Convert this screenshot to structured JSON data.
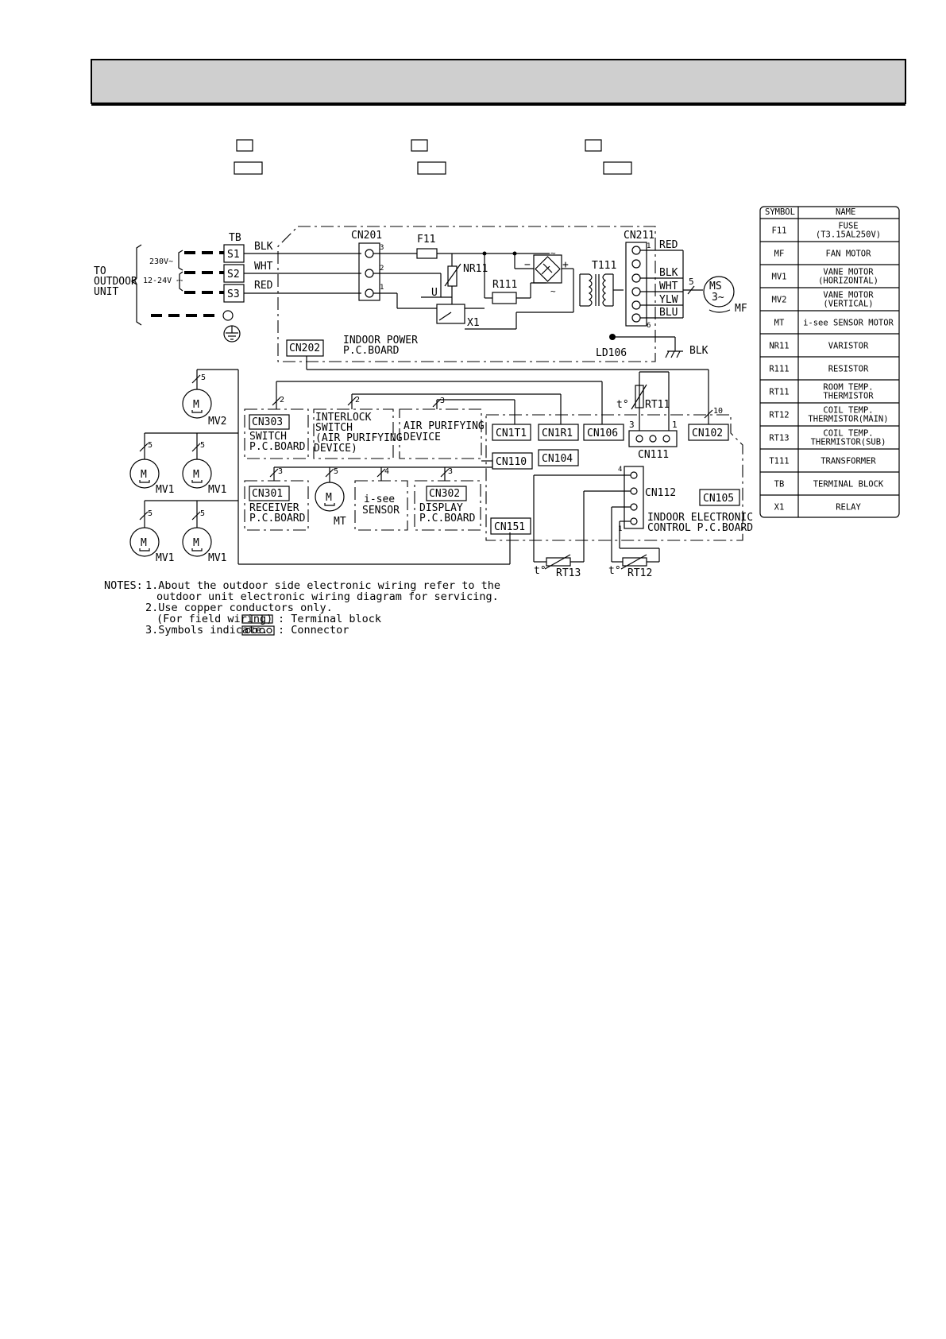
{
  "page_title": "",
  "input": {
    "to": "TO",
    "outdoor": "OUTDOOR",
    "unit": "UNIT",
    "v230": "230V~",
    "v1224": "12-24V ⎓"
  },
  "tb": {
    "label": "TB",
    "s1": "S1",
    "s2": "S2",
    "s3": "S3"
  },
  "wire": {
    "blk": "BLK",
    "wht": "WHT",
    "red": "RED",
    "ylw": "YLW",
    "blu": "BLU"
  },
  "power_board": {
    "cn201": "CN201",
    "f11": "F11",
    "nr11": "NR11",
    "u": "U",
    "r111": "R111",
    "x1": "X1",
    "t111": "T111",
    "cn211": "CN211",
    "cn202": "CN202",
    "ld106": "LD106",
    "title1": "INDOOR POWER",
    "title2": "P.C.BOARD",
    "pin3": "3",
    "pin2": "2",
    "pin1": "1",
    "pin1b": "1",
    "pin6": "6",
    "minus": "−",
    "plus": "+",
    "tilde": "~"
  },
  "fan_motor": {
    "ms": "MS",
    "phase": "3~",
    "mf": "MF",
    "wires": "5"
  },
  "motors": {
    "m": "M",
    "mv2": "MV2",
    "mv1": "MV1",
    "mt": "MT",
    "five": "5"
  },
  "boards": {
    "cn303": "CN303",
    "switch1": "SWITCH",
    "switch2": "P.C.BOARD",
    "interlock1": "INTERLOCK",
    "interlock2": "SWITCH",
    "interlock3": "(AIR PURIFYING",
    "interlock4": "DEVICE)",
    "air1": "AIR PURIFYING",
    "air2": "DEVICE",
    "cn301": "CN301",
    "recv1": "RECEIVER",
    "recv2": "P.C.BOARD",
    "isee1": "i-see",
    "isee2": "SENSOR",
    "cn302": "CN302",
    "disp1": "DISPLAY",
    "disp2": "P.C.BOARD",
    "n2": "2",
    "n3": "3",
    "n4": "4",
    "n5": "5",
    "n10": "10"
  },
  "control_board": {
    "cn1t1": "CN1T1",
    "cn1r1": "CN1R1",
    "cn106": "CN106",
    "cn102": "CN102",
    "cn111": "CN111",
    "cn104": "CN104",
    "cn110": "CN110",
    "cn112": "CN112",
    "cn105": "CN105",
    "cn151": "CN151",
    "title1": "INDOOR ELECTRONIC",
    "title2": "CONTROL P.C.BOARD",
    "rt11": "RT11",
    "rt12": "RT12",
    "rt13": "RT13",
    "t": "t°",
    "p3": "3",
    "p1": "1",
    "p4": "4",
    "p1b": "1"
  },
  "legend": {
    "header_symbol": "SYMBOL",
    "header_name": "NAME",
    "rows": [
      {
        "sym": "F11",
        "name": "FUSE",
        "name2": "(T3.15AL250V)"
      },
      {
        "sym": "MF",
        "name": "FAN MOTOR",
        "name2": ""
      },
      {
        "sym": "MV1",
        "name": "VANE MOTOR",
        "name2": "(HORIZONTAL)"
      },
      {
        "sym": "MV2",
        "name": "VANE MOTOR",
        "name2": "(VERTICAL)"
      },
      {
        "sym": "MT",
        "name": "i-see SENSOR MOTOR",
        "name2": ""
      },
      {
        "sym": "NR11",
        "name": "VARISTOR",
        "name2": ""
      },
      {
        "sym": "R111",
        "name": "RESISTOR",
        "name2": ""
      },
      {
        "sym": "RT11",
        "name": "ROOM TEMP.",
        "name2": "THERMISTOR"
      },
      {
        "sym": "RT12",
        "name": "COIL TEMP.",
        "name2": "THERMISTOR(MAIN)"
      },
      {
        "sym": "RT13",
        "name": "COIL TEMP.",
        "name2": "THERMISTOR(SUB)"
      },
      {
        "sym": "T111",
        "name": "TRANSFORMER",
        "name2": ""
      },
      {
        "sym": "TB",
        "name": "TERMINAL BLOCK",
        "name2": ""
      },
      {
        "sym": "X1",
        "name": "RELAY",
        "name2": ""
      }
    ]
  },
  "notes": {
    "label": "NOTES:",
    "n1a": "1.About the outdoor side electronic wiring refer to the",
    "n1b": "outdoor unit electronic wiring diagram for servicing.",
    "n2a": "2.Use copper conductors only.",
    "n2b": "(For field wiring)",
    "n2c": ": Terminal block",
    "n3a": "3.Symbols indicate.",
    "n3c": ": Connector"
  }
}
